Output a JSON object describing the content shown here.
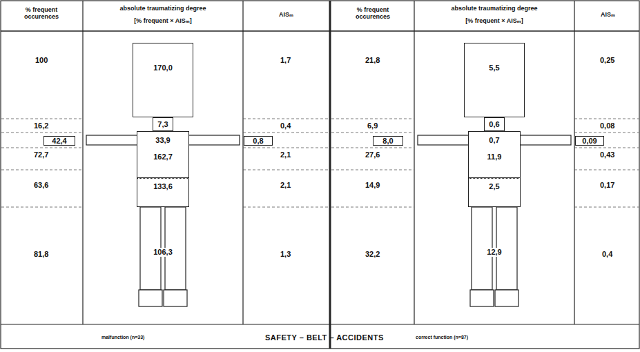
{
  "diagram": {
    "caption": "SAFETY – BELT – ACCIDENTS",
    "nodes": [
      {
        "text": [
          "170,0"
        ]
      },
      {
        "text": [
          "7,3"
        ]
      },
      {
        "text": [
          "33,9",
          "162,7"
        ]
      },
      {
        "text": [
          "133,6"
        ]
      },
      {
        "text": [
          "106,3"
        ]
      },
      {
        "text": [
          "42,4"
        ]
      },
      {
        "text": [
          "0,8"
        ]
      },
      {
        "text": [
          "5,5"
        ]
      },
      {
        "text": [
          "0,6"
        ]
      },
      {
        "text": [
          "0,7",
          "11,9"
        ]
      },
      {
        "text": [
          "2,5"
        ]
      },
      {
        "text": [
          "12,9"
        ]
      },
      {
        "text": [
          "8,0"
        ]
      },
      {
        "text": [
          "0,09"
        ]
      }
    ],
    "labels": [
      "% frequent occurences",
      "absolute traumatizing degree",
      "[% frequent × AISₘ]",
      "AISₘ",
      "% frequent occurences",
      "absolute traumatizing degree",
      "[% frequent × AISₘ]",
      "AISₘ",
      "100",
      "1,7",
      "16,2",
      "0,4",
      "72,7",
      "2,1",
      "63,6",
      "2,1",
      "81,8",
      "1,3",
      "21,8",
      "0,25",
      "6,9",
      "0,08",
      "27,6",
      "0,43",
      "14,9",
      "0,17",
      "32,2",
      "0,4",
      "malfunction (n=33)",
      "correct function (n=87)"
    ]
  }
}
